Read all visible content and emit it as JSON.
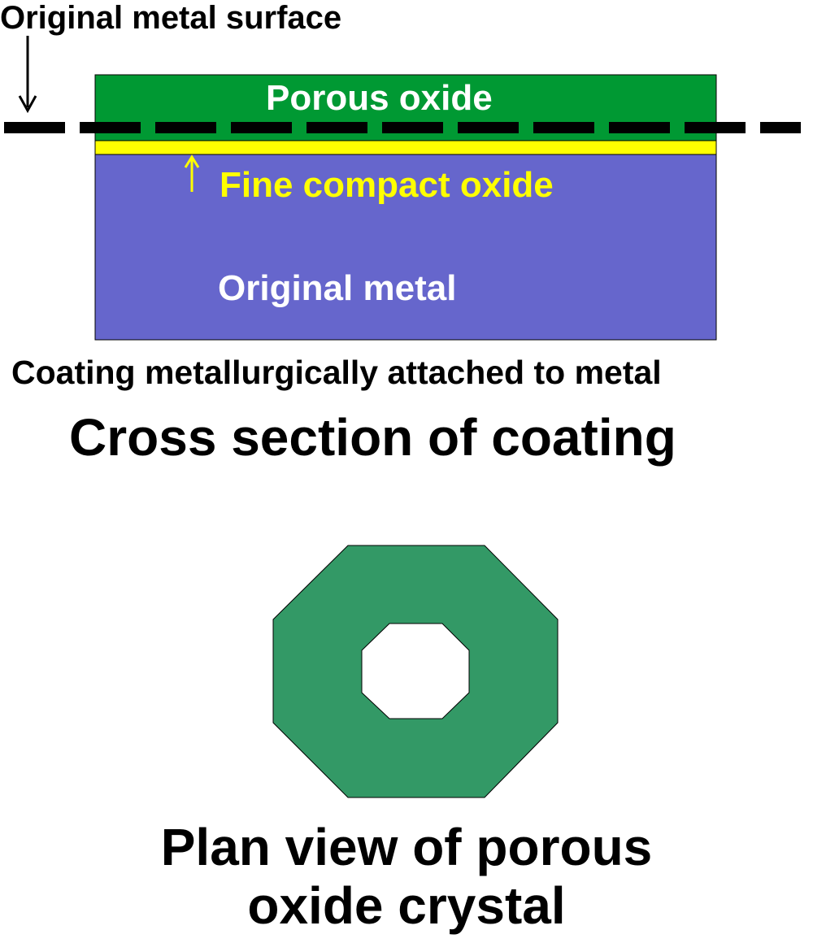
{
  "labels": {
    "original_metal_surface": "Original metal surface",
    "porous_oxide": "Porous oxide",
    "fine_compact_oxide": "Fine compact oxide",
    "original_metal": "Original metal",
    "attachment_note": "Coating metallurgically attached to metal",
    "cross_section_title": "Cross section of coating",
    "plan_view_title_line1": "Plan view of porous",
    "plan_view_title_line2": "oxide crystal"
  },
  "colors": {
    "porous_oxide": "#009933",
    "fine_compact_oxide": "#ffff00",
    "original_metal": "#6666cc",
    "crystal": "#339966",
    "surface_line": "#000000"
  }
}
